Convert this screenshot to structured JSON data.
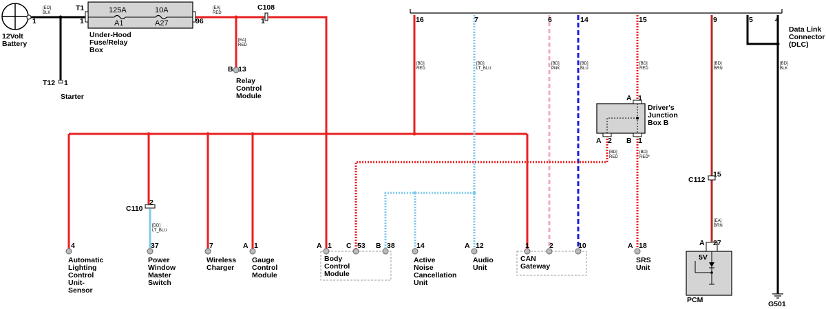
{
  "battery": {
    "name": "12Volt",
    "name2": "Battery",
    "pin": "1",
    "wire": {
      "code": "[EO]",
      "color": "BLK"
    }
  },
  "fusebox": {
    "lines": [
      "Under-Hood",
      "Fuse/Relay",
      "Box"
    ],
    "terminal": "T1",
    "pin_in": "1",
    "pin_out": "96",
    "fuses": [
      {
        "rating": "125A",
        "id": "A1"
      },
      {
        "rating": "10A",
        "id": "A27"
      }
    ],
    "wire_out": {
      "code": "[EA]",
      "color": "RED"
    }
  },
  "starter": {
    "terminal": "T12",
    "pin": "1",
    "name": "Starter"
  },
  "c108": {
    "name": "C108",
    "pin": "1"
  },
  "relay_module": {
    "wire": {
      "code": "[EA]",
      "color": "RED"
    },
    "conn": "B",
    "pin": "13",
    "lines": [
      "Relay",
      "Control",
      "Module"
    ]
  },
  "dlc": {
    "lines": [
      "Data Link",
      "Connector",
      "(DLC)"
    ],
    "pins": [
      "16",
      "7",
      "6",
      "14",
      "15",
      "9",
      "5",
      "4"
    ],
    "wires": [
      {
        "code": "[BD]",
        "color": "RED"
      },
      {
        "code": "[BD]",
        "color": "LT_BLU"
      },
      {
        "code": "[BD]",
        "color": "PNK"
      },
      {
        "code": "[BD]",
        "color": "BLU"
      },
      {
        "code": "[BD]",
        "color": "RED"
      },
      {
        "code": "[BD]",
        "color": "BRN"
      },
      {
        "code": "[BD]",
        "color": "BLK"
      }
    ]
  },
  "djb": {
    "lines": [
      "Driver's",
      "Junction",
      "Box B"
    ],
    "top_conn": "A",
    "top_pin": "1",
    "bot_left_conn": "A",
    "bot_left_pin": "2",
    "bot_right_conn": "B",
    "bot_right_pin": "1",
    "wire_left": {
      "code": "[BD]",
      "color": "RED"
    },
    "wire_right": {
      "code": "[BD]",
      "color": "RED*"
    }
  },
  "c110": {
    "name": "C110",
    "pin": "2",
    "wire": {
      "code": "[DD]",
      "color": "LT_BLU"
    }
  },
  "c112": {
    "name": "C112",
    "pin": "15",
    "wire": {
      "code": "[EA]",
      "color": "BRN"
    }
  },
  "pcm": {
    "name": "PCM",
    "conn": "A",
    "pin": "27",
    "voltage": "5V"
  },
  "ground": {
    "name": "G501"
  },
  "components": [
    {
      "conn": "",
      "pin": "4",
      "lines": [
        "Automatic",
        "Lighting",
        "Control",
        "Unit-",
        "Sensor"
      ]
    },
    {
      "conn": "",
      "pin": "37",
      "lines": [
        "Power",
        "Window",
        "Master",
        "Switch"
      ]
    },
    {
      "conn": "",
      "pin": "7",
      "lines": [
        "Wireless",
        "Charger"
      ]
    },
    {
      "conn": "A",
      "pin": "1",
      "lines": [
        "Gauge",
        "Control",
        "Module"
      ]
    },
    {
      "conn": "",
      "pin": "",
      "lines": [
        "Body",
        "Control",
        "Module"
      ]
    },
    {
      "conn": "",
      "pin": "",
      "lines": [
        "Active",
        "Noise",
        "Cancellation",
        "Unit"
      ]
    },
    {
      "conn": "A",
      "pin": "12",
      "lines": [
        "Audio",
        "Unit"
      ]
    },
    {
      "conn": "",
      "pin": "",
      "lines": [
        "CAN",
        "Gateway"
      ]
    },
    {
      "conn": "A",
      "pin": "18",
      "lines": [
        "SRS",
        "Unit"
      ]
    }
  ],
  "bcm_pins": [
    {
      "conn": "A",
      "pin": "1"
    },
    {
      "conn": "C",
      "pin": "53"
    },
    {
      "conn": "B",
      "pin": "38"
    }
  ],
  "anc_pin": {
    "conn": "",
    "pin": "14"
  },
  "can_pins": [
    {
      "conn": "",
      "pin": "1"
    },
    {
      "conn": "",
      "pin": "2"
    },
    {
      "conn": "",
      "pin": "10"
    }
  ],
  "colors": {
    "red": "#e82020",
    "ltblu": "#7ec8ec",
    "pnk": "#f4a8c0",
    "blu": "#1a1ae0",
    "brn": "#b02828",
    "blk": "#000000",
    "box": "#d4d4d4"
  }
}
